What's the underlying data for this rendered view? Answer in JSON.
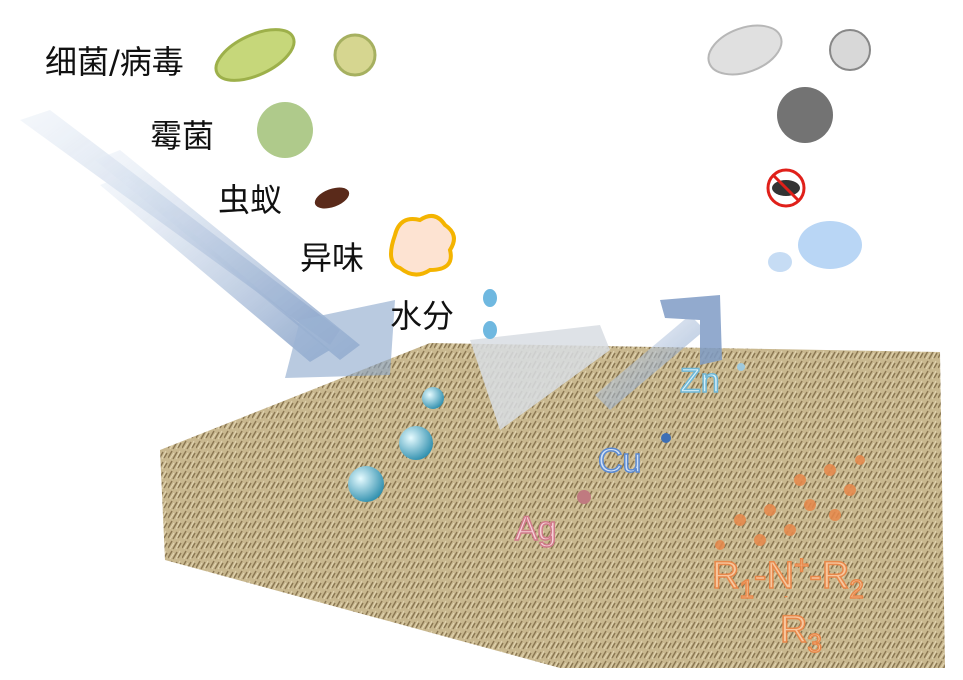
{
  "threats": {
    "bacteria_virus": "细菌/病毒",
    "mold": "霉菌",
    "insects": "虫蚁",
    "odor": "异味",
    "moisture": "水分"
  },
  "metals": {
    "zn": "Zn",
    "cu": "Cu",
    "ag": "Ag"
  },
  "formula": {
    "r1": "R",
    "r1_sub": "1",
    "n": "-N",
    "plus": "+",
    "r2": "-R",
    "r2_sub": "2",
    "bond": "ˈ",
    "r3": "R",
    "r3_sub": "3"
  },
  "colors": {
    "zn": "#9fd3ea",
    "cu": "#7fa8dc",
    "ag": "#e8a0ae",
    "arrow": "#8aa6cc",
    "fabric": "#c8b78e"
  }
}
